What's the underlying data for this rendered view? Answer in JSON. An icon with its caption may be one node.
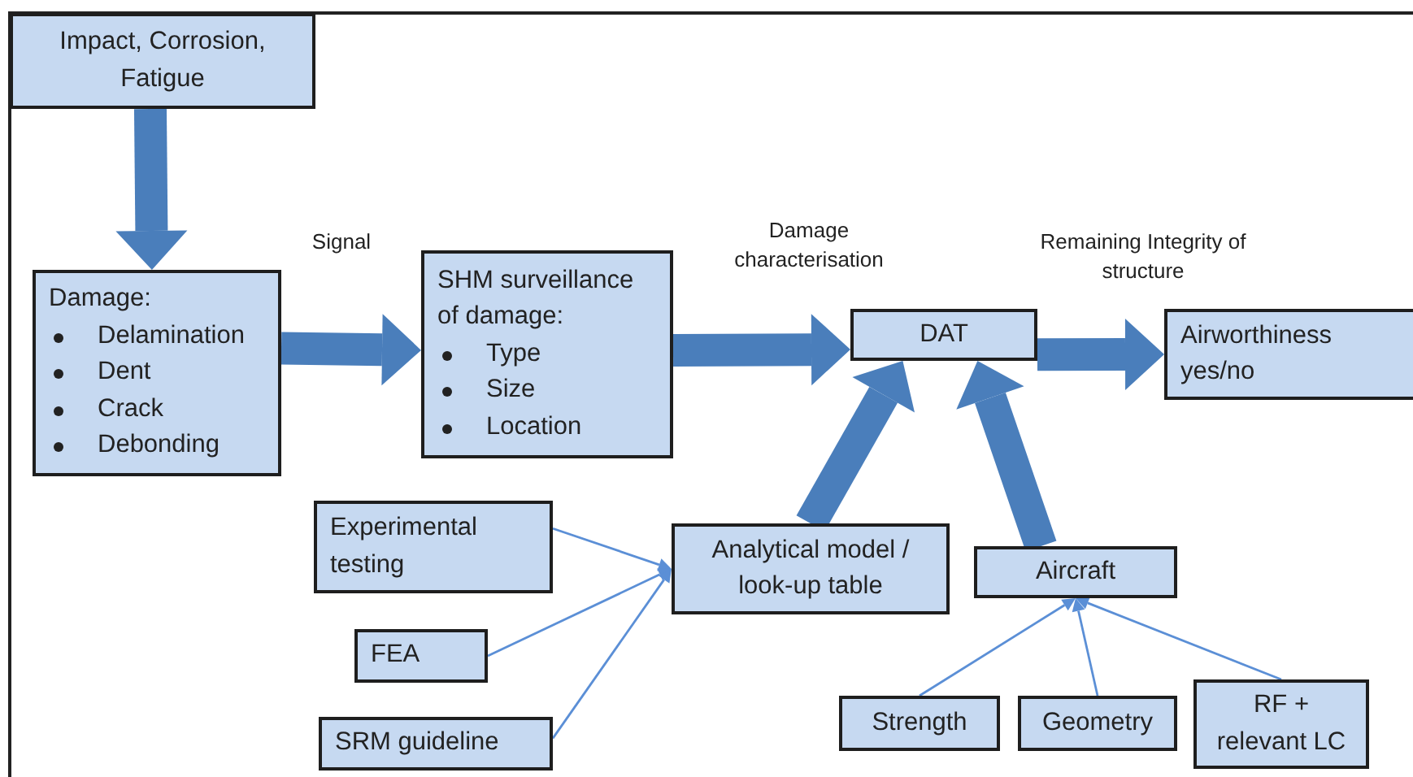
{
  "diagram": {
    "nodes": [
      {
        "text": [
          "Impact, Corrosion, Fatigue"
        ]
      },
      {
        "text": [
          "Damage:",
          "Delamination",
          "Dent",
          "Crack",
          "Debonding"
        ]
      },
      {
        "text": [
          "SHM surveillance of damage:",
          "Type",
          "Size",
          "Location"
        ]
      },
      {
        "text": [
          "DAT"
        ]
      },
      {
        "text": [
          "Airworthiness yes/no"
        ]
      },
      {
        "text": [
          "Experimental testing"
        ]
      },
      {
        "text": [
          "FEA"
        ]
      },
      {
        "text": [
          "SRM guideline"
        ]
      },
      {
        "text": [
          "Analytical model / look-up table"
        ]
      },
      {
        "text": [
          "Aircraft"
        ]
      },
      {
        "text": [
          "Strength"
        ]
      },
      {
        "text": [
          "Geometry"
        ]
      },
      {
        "text": [
          "RF + relevant LC"
        ]
      }
    ],
    "edges": [
      {
        "from": 0,
        "to": 1,
        "arrow": "to",
        "style": "thick"
      },
      {
        "from": 1,
        "to": 2,
        "arrow": "to",
        "style": "thick",
        "label": "Signal"
      },
      {
        "from": 2,
        "to": 3,
        "arrow": "to",
        "style": "thick",
        "label": "Damage characterisation"
      },
      {
        "from": 3,
        "to": 4,
        "arrow": "to",
        "style": "thick",
        "label": "Remaining Integrity of structure"
      },
      {
        "from": 8,
        "to": 3,
        "arrow": "to",
        "style": "thick"
      },
      {
        "from": 9,
        "to": 3,
        "arrow": "to",
        "style": "thick"
      },
      {
        "from": 5,
        "to": 8,
        "arrow": "to"
      },
      {
        "from": 6,
        "to": 8,
        "arrow": "to"
      },
      {
        "from": 7,
        "to": 8,
        "arrow": "to"
      },
      {
        "from": 10,
        "to": 9,
        "arrow": "to"
      },
      {
        "from": 11,
        "to": 9,
        "arrow": "to"
      },
      {
        "from": 12,
        "to": 9,
        "arrow": "to"
      }
    ]
  }
}
